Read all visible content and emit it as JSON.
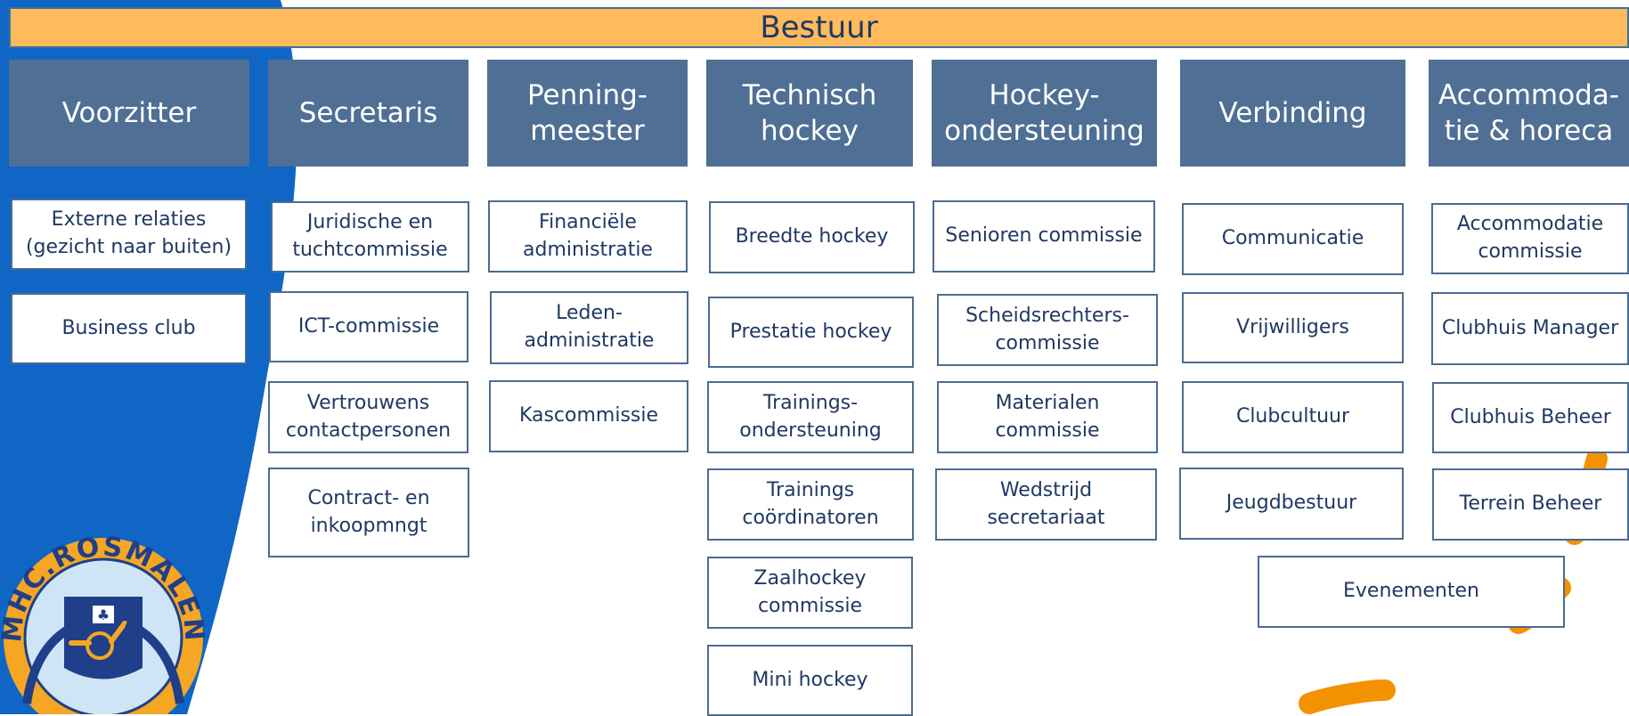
{
  "title": "Bestuur",
  "colors": {
    "title_bg": "#ffba5c",
    "header_bg": "#4f6f94",
    "blue_shape": "#0f66c5",
    "accent_orange": "#f39200",
    "text": "#1f3864"
  },
  "columns": [
    {
      "head": "Voorzitter",
      "items": [
        "Externe relaties (gezicht naar buiten)",
        "Business club"
      ]
    },
    {
      "head": "Secretaris",
      "items": [
        "Juridische en tuchtcommissie",
        "ICT-commissie",
        "Vertrouwens contactpersonen",
        "Contract- en inkoopmngt"
      ]
    },
    {
      "head": "Penning-\nmeester",
      "items": [
        "Financiële administratie",
        "Leden-\nadministratie",
        "Kascommissie"
      ]
    },
    {
      "head": "Technisch hockey",
      "items": [
        "Breedte hockey",
        "Prestatie hockey",
        "Trainings-\nondersteuning",
        "Trainings coördinatoren",
        "Zaalhockey commissie",
        "Mini hockey"
      ]
    },
    {
      "head": "Hockey-\nondersteuning",
      "items": [
        "Senioren commissie",
        "Scheidsrechters-\ncommissie",
        "Materialen commissie",
        "Wedstrijd secretariaat"
      ]
    },
    {
      "head": "Verbinding",
      "items": [
        "Communicatie",
        "Vrijwilligers",
        "Clubcultuur",
        "Jeugdbestuur"
      ]
    },
    {
      "head": "Accommoda-\ntie & horeca",
      "items": [
        "Accommodatie commissie",
        "Clubhuis Manager",
        "Clubhuis Beheer",
        "Terrein Beheer"
      ]
    }
  ],
  "shared_item": "Evenementen",
  "logo": {
    "text": "MHC.ROSMALEN",
    "icon": "hockey-club-crest"
  }
}
